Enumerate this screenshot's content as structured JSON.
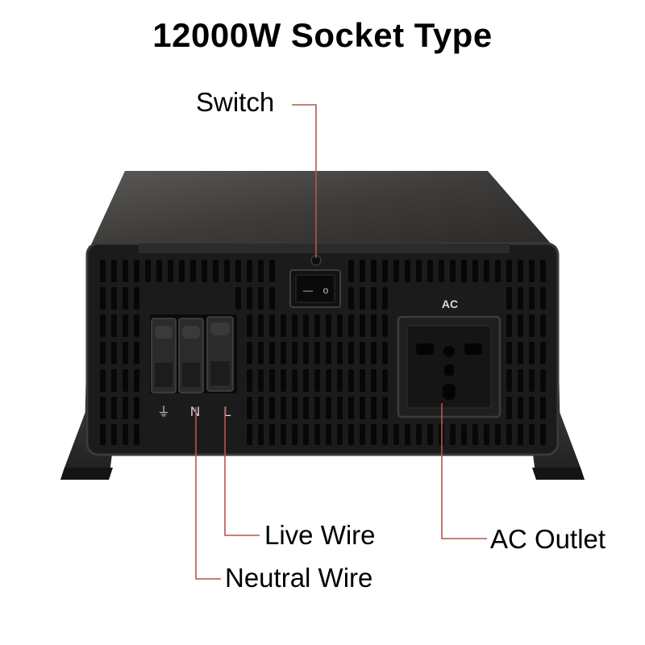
{
  "title": "12000W Socket Type",
  "labels": {
    "switch": "Switch",
    "live_wire": "Live Wire",
    "ac_outlet": "AC Outlet",
    "neutral_wire": "Neutral Wire"
  },
  "panel_marks": {
    "ac": "AC",
    "ground": "⏚",
    "neutral": "N",
    "live": "L",
    "switch_off": "—",
    "switch_on": "o"
  },
  "colors": {
    "body": "#2f2e2c",
    "panel": "#1a1a1a",
    "vent": "#070707",
    "leader_line": "#b5554f"
  }
}
